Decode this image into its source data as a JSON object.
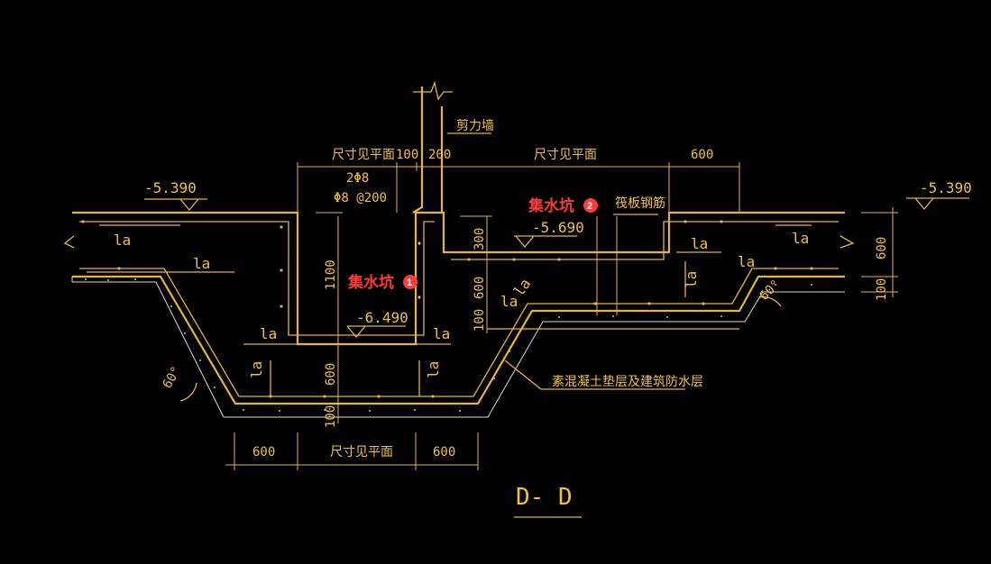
{
  "drawing": {
    "section_title": "D- D",
    "labels": {
      "shear_wall": "剪力墙",
      "slab_rebar": "筏板钢筋",
      "bedding_note": "素混凝土垫层及建筑防水层",
      "size_see_plan": "尺寸见平面",
      "anchor": "la",
      "rebar_top": "2Φ8",
      "rebar_stirrup": "Φ8 @200",
      "angle": "60°"
    },
    "elevations": {
      "left_top": "-5.390",
      "right_top": "-5.390",
      "pit2_bottom": "-5.690",
      "pit1_bottom": "-6.490"
    },
    "dimensions": {
      "top_100": "100",
      "top_200": "200",
      "top_600": "600",
      "pit2_300": "300",
      "pit2_600": "600",
      "pit2_100": "100",
      "pit1_1100": "1100",
      "pit1_600": "600",
      "pit1_100": "100",
      "right_600": "600",
      "right_100": "100",
      "bottom_left_600": "600",
      "bottom_right_600": "600"
    },
    "annotations": [
      {
        "text": "集水坑",
        "badge": "1"
      },
      {
        "text": "集水坑",
        "badge": "2"
      }
    ]
  }
}
